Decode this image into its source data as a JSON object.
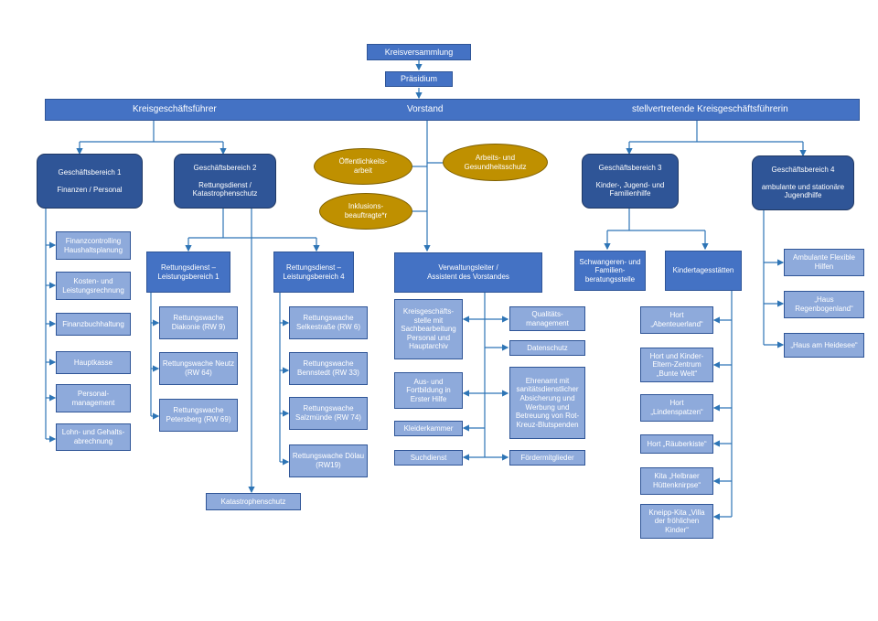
{
  "colors": {
    "dark": "#2f5597",
    "mid": "#4472c4",
    "light": "#8eaadb",
    "oval": "#bf9000",
    "line": "#2e75b6"
  },
  "top": {
    "kreisversammlung": "Kreisversammlung",
    "praesidium": "Präsidium"
  },
  "band": {
    "left": "Kreisgeschäftsführer",
    "center": "Vorstand",
    "right": "stellvertretende Kreisgeschäftsführerin"
  },
  "ovals": {
    "oeffentlichkeit": [
      "Öffentlichkeits-",
      "arbeit"
    ],
    "arbeitsschutz": [
      "Arbeits- und",
      "Gesundheitsschutz"
    ],
    "inklusion": [
      "Inklusions-",
      "beauftragte*r"
    ]
  },
  "gb1": {
    "title": "Geschäftsbereich 1",
    "subtitle": "Finanzen / Personal",
    "items": [
      [
        "Finanzcontrolling",
        "Haushaltsplanung"
      ],
      [
        "Kosten- und",
        "Leistungsrechnung"
      ],
      [
        "Finanzbuchhaltung"
      ],
      [
        "Hauptkasse"
      ],
      [
        "Personal-",
        "management"
      ],
      [
        "Lohn- und Gehalts-",
        "abrechnung"
      ]
    ]
  },
  "gb2": {
    "title": "Geschäftsbereich 2",
    "subtitle": [
      "Rettungsdienst /",
      "Katastrophenschutz"
    ]
  },
  "lb1": {
    "title": [
      "Rettungsdienst –",
      "Leistungsbereich 1"
    ],
    "items": [
      [
        "Rettungswache",
        "Diakonie (RW 9)"
      ],
      [
        "Rettungswache Neutz",
        "(RW 64)"
      ],
      [
        "Rettungswache",
        "Petersberg (RW 69)"
      ]
    ]
  },
  "lb4": {
    "title": [
      "Rettungsdienst –",
      "Leistungsbereich 4"
    ],
    "items": [
      [
        "Rettungswache",
        "Selkestraße (RW 6)"
      ],
      [
        "Rettungswache",
        "Bennstedt (RW 33)"
      ],
      [
        "Rettungswache",
        "Salzmünde (RW 74)"
      ],
      [
        "Rettungswache Dölau",
        "(RW19)"
      ]
    ]
  },
  "katschutz": "Katastrophenschutz",
  "vw": {
    "title": [
      "Verwaltungsleiter /",
      "Assistent des Vorstandes"
    ],
    "left": [
      [
        "Kreisgeschäfts-",
        "stelle mit",
        "Sachbearbeitung",
        "Personal und",
        "Hauptarchiv"
      ],
      [
        "Aus- und",
        "Fortbildung in",
        "Erster Hilfe"
      ],
      [
        "Kleiderkammer"
      ],
      [
        "Suchdienst"
      ]
    ],
    "right": [
      [
        "Qualitäts-",
        "management"
      ],
      [
        "Datenschutz"
      ],
      [
        "Ehrenamt mit",
        "sanitätsdienstlicher",
        "Absicherung und",
        "Werbung und",
        "Betreuung von Rot-",
        "Kreuz-Blutspenden"
      ],
      [
        "Fördermitglieder"
      ]
    ]
  },
  "gb3": {
    "title": "Geschäftsbereich 3",
    "subtitle": [
      "Kinder-, Jugend- und",
      "Familienhilfe"
    ]
  },
  "schwanger": [
    "Schwangeren- und",
    "Familien-",
    "beratungsstelle"
  ],
  "kita": {
    "title": "Kindertagesstätten",
    "items": [
      [
        "Hort",
        "„Abenteuerland“"
      ],
      [
        "Hort und Kinder-",
        "Eltern-Zentrum",
        "„Bunte Welt“"
      ],
      [
        "Hort",
        "„Lindenspatzen“"
      ],
      [
        "Hort „Räuberkiste“"
      ],
      [
        "Kita „Helbraer",
        "Hüttenknirpse“"
      ],
      [
        "Kneipp-Kita „Villa",
        "der fröhlichen",
        "Kinder“"
      ]
    ]
  },
  "gb4": {
    "title": "Geschäftsbereich 4",
    "subtitle": [
      "ambulante und stationäre",
      "Jugendhilfe"
    ],
    "items": [
      [
        "Ambulante Flexible",
        "Hilfen"
      ],
      [
        "„Haus",
        "Regenbogenland“"
      ],
      [
        "„Haus am Heidesee“"
      ]
    ]
  }
}
